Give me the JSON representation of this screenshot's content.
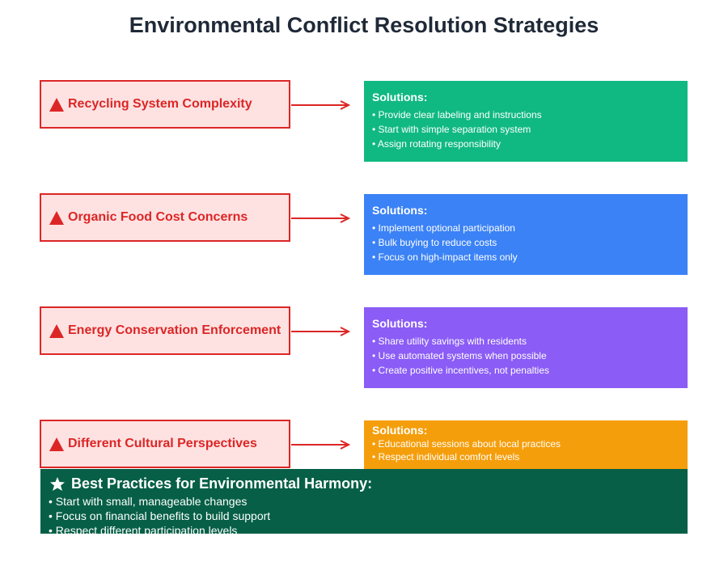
{
  "title": "Environmental Conflict Resolution Strategies",
  "rows": [
    {
      "problem": "Recycling System Complexity",
      "solutions_title": "Solutions:",
      "color": "#10b981",
      "items": [
        "• Provide clear labeling and instructions",
        "• Start with simple separation system",
        "• Assign rotating responsibility"
      ]
    },
    {
      "problem": "Organic Food Cost Concerns",
      "solutions_title": "Solutions:",
      "color": "#3b82f6",
      "items": [
        "• Implement optional participation",
        "• Bulk buying to reduce costs",
        "• Focus on high-impact items only"
      ]
    },
    {
      "problem": "Energy Conservation Enforcement",
      "solutions_title": "Solutions:",
      "color": "#8b5cf6",
      "items": [
        "• Share utility savings with residents",
        "• Use automated systems when possible",
        "• Create positive incentives, not penalties"
      ]
    },
    {
      "problem": "Different Cultural Perspectives",
      "solutions_title": "Solutions:",
      "color": "#f59e0b",
      "items": [
        "• Educational sessions about local practices",
        "• Respect individual comfort levels"
      ]
    }
  ],
  "best": {
    "title": "Best Practices for Environmental Harmony:",
    "color": "#065f46",
    "items": [
      "• Start with small, manageable changes",
      "• Focus on financial benefits to build support",
      "• Respect different participation levels"
    ]
  }
}
